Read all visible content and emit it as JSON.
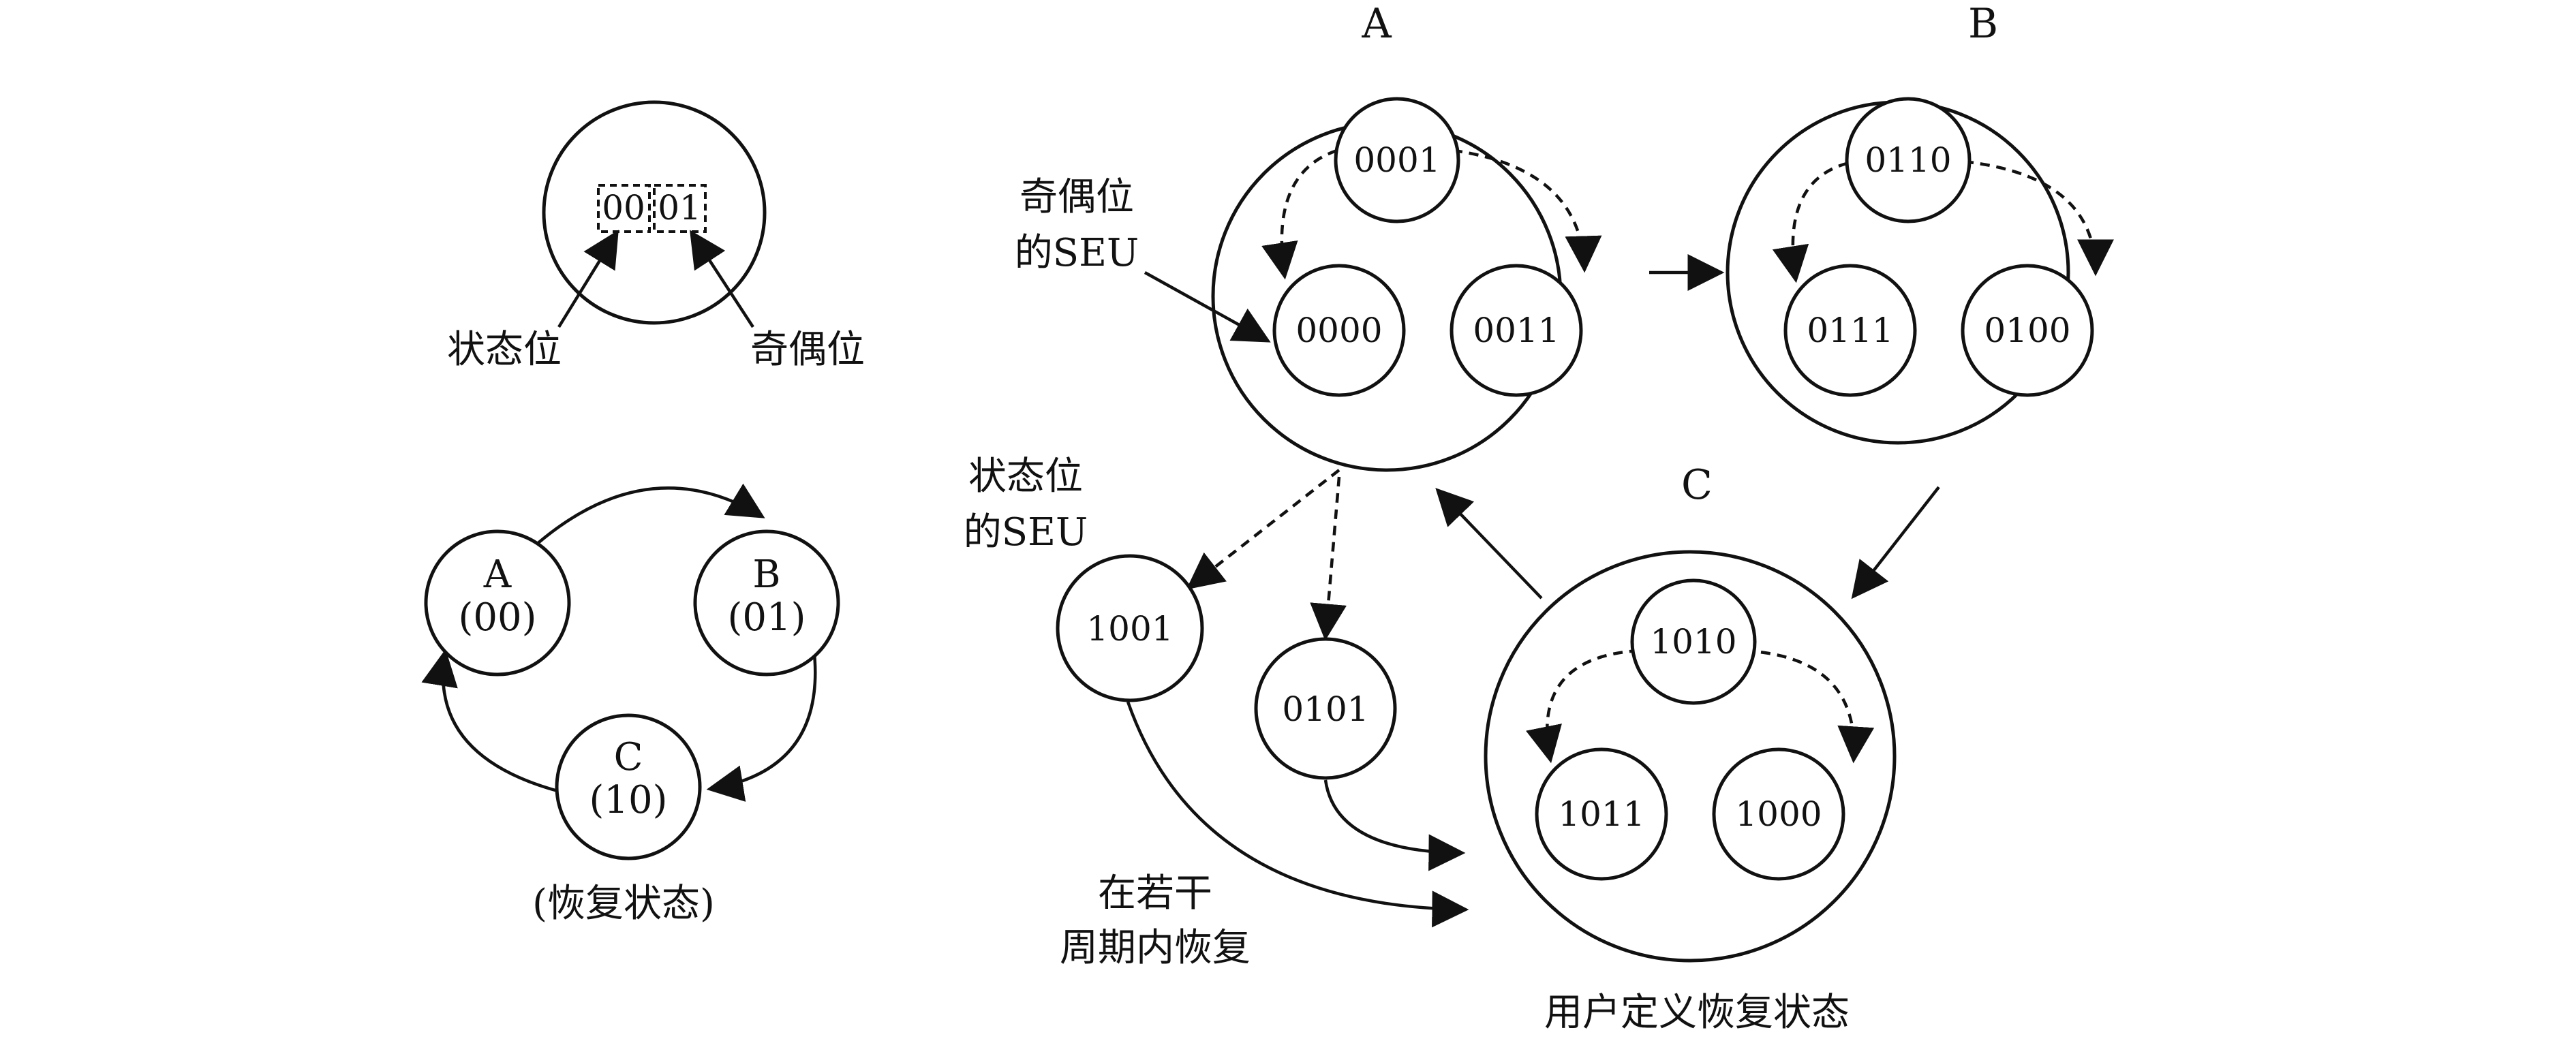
{
  "legend": {
    "example_bits": {
      "state_bits": "00",
      "parity_bits": "01"
    },
    "label_state_bit": "状态位",
    "label_parity_bit": "奇偶位"
  },
  "small_fsm": {
    "states": [
      {
        "name": "A",
        "code": "(00)"
      },
      {
        "name": "B",
        "code": "(01)"
      },
      {
        "name": "C",
        "code": "(10)"
      }
    ],
    "caption": "(恢复状态)"
  },
  "main_fsm": {
    "groups": [
      {
        "name": "A",
        "center": "0001",
        "left": "0000",
        "right": "0011"
      },
      {
        "name": "B",
        "center": "0110",
        "left": "0111",
        "right": "0100"
      },
      {
        "name": "C",
        "center": "1010",
        "left": "1011",
        "right": "1000"
      }
    ],
    "parity_seu_label": [
      "奇偶位",
      "的SEU"
    ],
    "state_seu_label": [
      "状态位",
      "的SEU"
    ],
    "error_states": [
      "1001",
      "0101"
    ],
    "recover_label": [
      "在若干",
      "周期内恢复"
    ],
    "caption": "用户定义恢复状态"
  }
}
